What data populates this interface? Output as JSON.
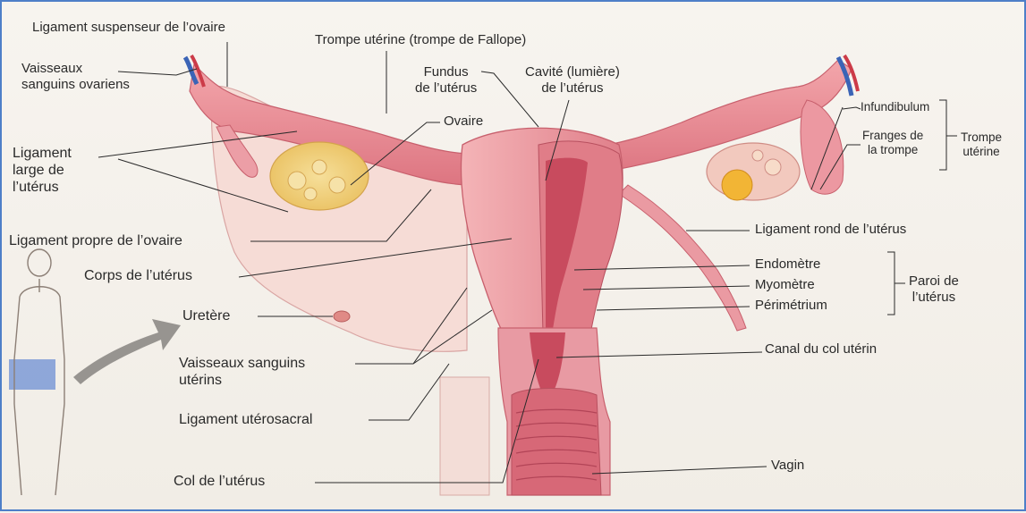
{
  "labels": {
    "ligament_suspenseur": "Ligament suspenseur de l’ovaire",
    "trompe_uterine": "Trompe utérine (trompe de Fallope)",
    "vaisseaux_ovariens": "Vaisseaux\nsanguins ovariens",
    "fundus": "Fundus\nde l’utérus",
    "cavite": "Cavité (lumière)\nde l’utérus",
    "ovaire": "Ovaire",
    "infundibulum": "Infundibulum",
    "franges": "Franges de\nla trompe",
    "trompe_uterine_group": "Trompe\nutérine",
    "ligament_large": "Ligament\nlarge de\nl’utérus",
    "ligament_propre": "Ligament propre de l’ovaire",
    "ligament_rond": "Ligament rond de l’utérus",
    "corps": "Corps de l’utérus",
    "endometre": "Endomètre",
    "myometre": "Myomètre",
    "perimetrium": "Périmétrium",
    "paroi": "Paroi de\nl’utérus",
    "uretere": "Uretère",
    "canal_col": "Canal du col utérin",
    "vaisseaux_uterins": "Vaisseaux sanguins\nutérins",
    "ligament_uterosacral": "Ligament utérosacral",
    "col": "Col de l’utérus",
    "vagin": "Vagin"
  },
  "colors": {
    "frame": "#4e7fc8",
    "uterus_outer": "#e58f99",
    "uterus_inner": "#cf5466",
    "tissue_light": "#f2c6c2",
    "ovary": "#f3d27a",
    "leader_line": "#2a2a2a"
  }
}
